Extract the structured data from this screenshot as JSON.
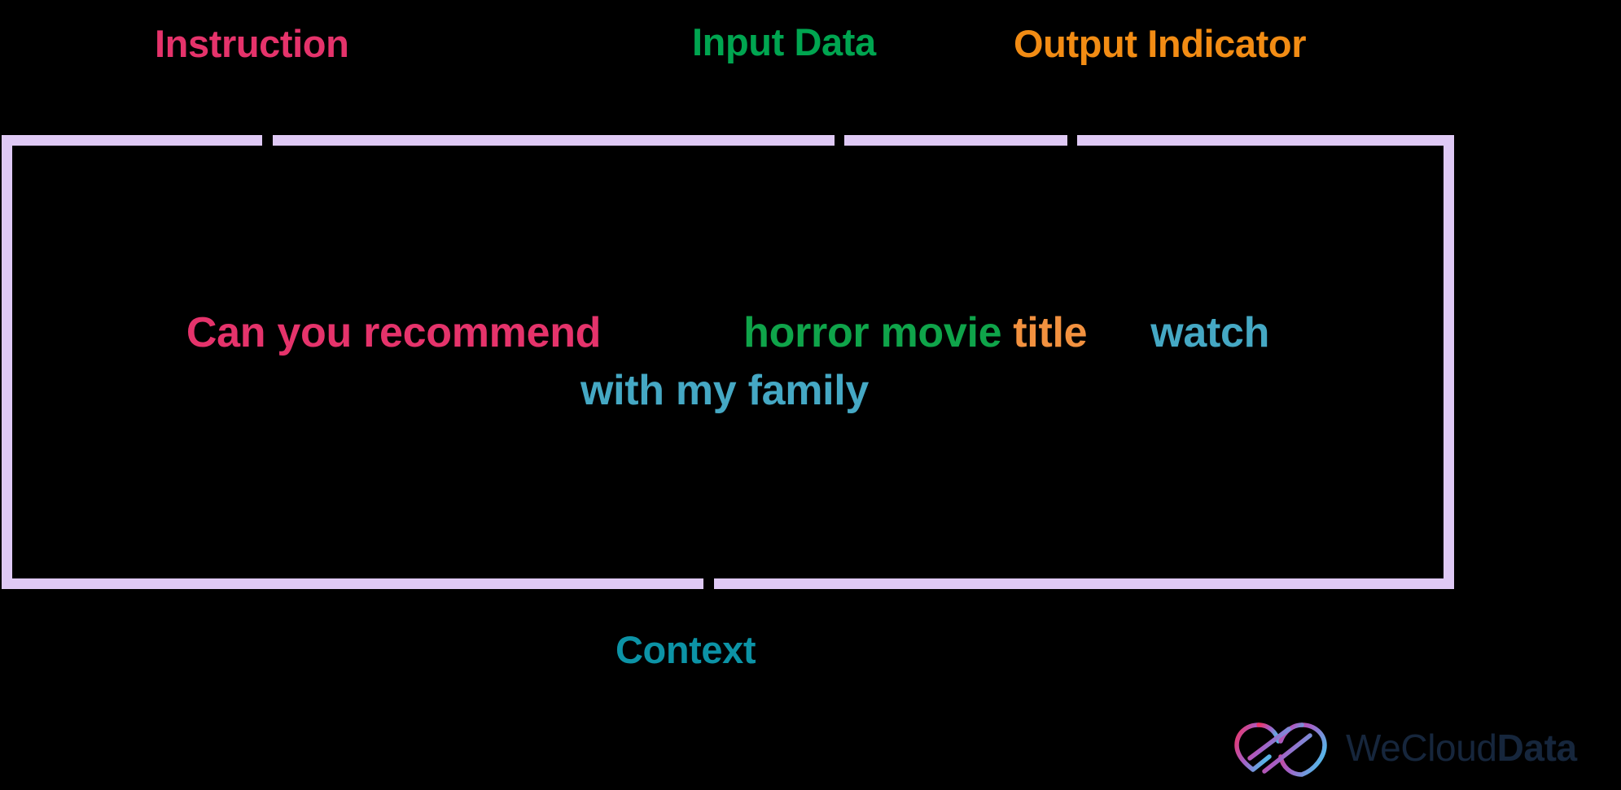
{
  "page": {
    "title": "Prompt Anatomy Diagram",
    "background_color": "#000000"
  },
  "top_labels": [
    {
      "id": "instruction",
      "text": "Instruction",
      "color": "#E5336B"
    },
    {
      "id": "input_data",
      "text": "Input Data",
      "color": "#00A550"
    },
    {
      "id": "output_indicator",
      "text": "Output Indicator",
      "color": "#F28C14"
    }
  ],
  "bottom_label": {
    "id": "context",
    "text": "Context",
    "color": "#0C93A6"
  },
  "frame": {
    "border_color": "#DFC9F5"
  },
  "prompt": {
    "line_1": {
      "instruction": "Can you recommend",
      "input_data": "horror movie",
      "output_indicator": "title",
      "context_start": "watch"
    },
    "line_2": {
      "context_end": "with my family"
    },
    "full_text": "Can you recommend horror movie title watch with my family",
    "colors": {
      "instruction": "#E5336B",
      "input_data": "#0FA44A",
      "output_indicator": "#F2913F",
      "context": "#45A8C4"
    }
  },
  "logo": {
    "name_light": "WeCloud",
    "name_bold": "Data",
    "text_color": "#16263C",
    "mark_gradient": [
      "#EE3465",
      "#A85CC4",
      "#59B4E8"
    ]
  }
}
